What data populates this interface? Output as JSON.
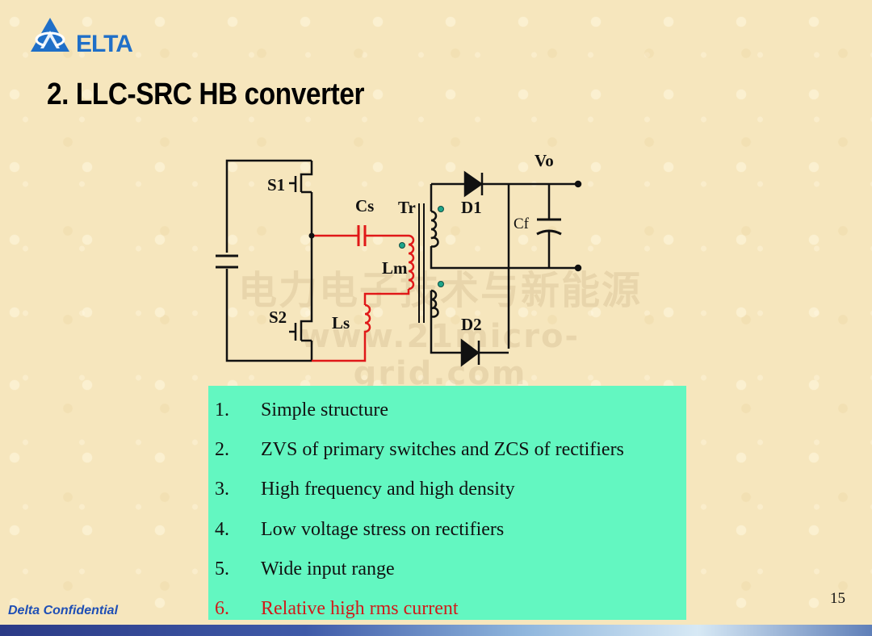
{
  "logo": {
    "text": "ELTA",
    "brand_color": "#1f6fc8",
    "icon": "delta-triangle-logo"
  },
  "slide": {
    "title": "2. LLC-SRC HB converter",
    "page_number": "15",
    "footer": "Delta Confidential"
  },
  "circuit": {
    "labels": {
      "s1": "S1",
      "s2": "S2",
      "cs": "Cs",
      "tr": "Tr",
      "lm": "Lm",
      "ls": "Ls",
      "d1": "D1",
      "d2": "D2",
      "cf": "Cf",
      "vo": "Vo"
    },
    "highlight_color": "#e01818",
    "dot_color": "#1ea58a"
  },
  "watermark": {
    "line1": "电力电子技术与新能源",
    "line2": "www.21micro-grid.com"
  },
  "features": [
    {
      "num": "1.",
      "text": "Simple structure"
    },
    {
      "num": "2.",
      "text": "ZVS of primary switches and ZCS of rectifiers"
    },
    {
      "num": "3.",
      "text": "High frequency and high density"
    },
    {
      "num": "4.",
      "text": "Low voltage stress on rectifiers"
    },
    {
      "num": "5.",
      "text": "Wide input range"
    },
    {
      "num": "6.",
      "text": "Relative high rms current"
    }
  ],
  "colors": {
    "feature_box": "#63f7c1",
    "warning_text": "#d11a1a"
  }
}
